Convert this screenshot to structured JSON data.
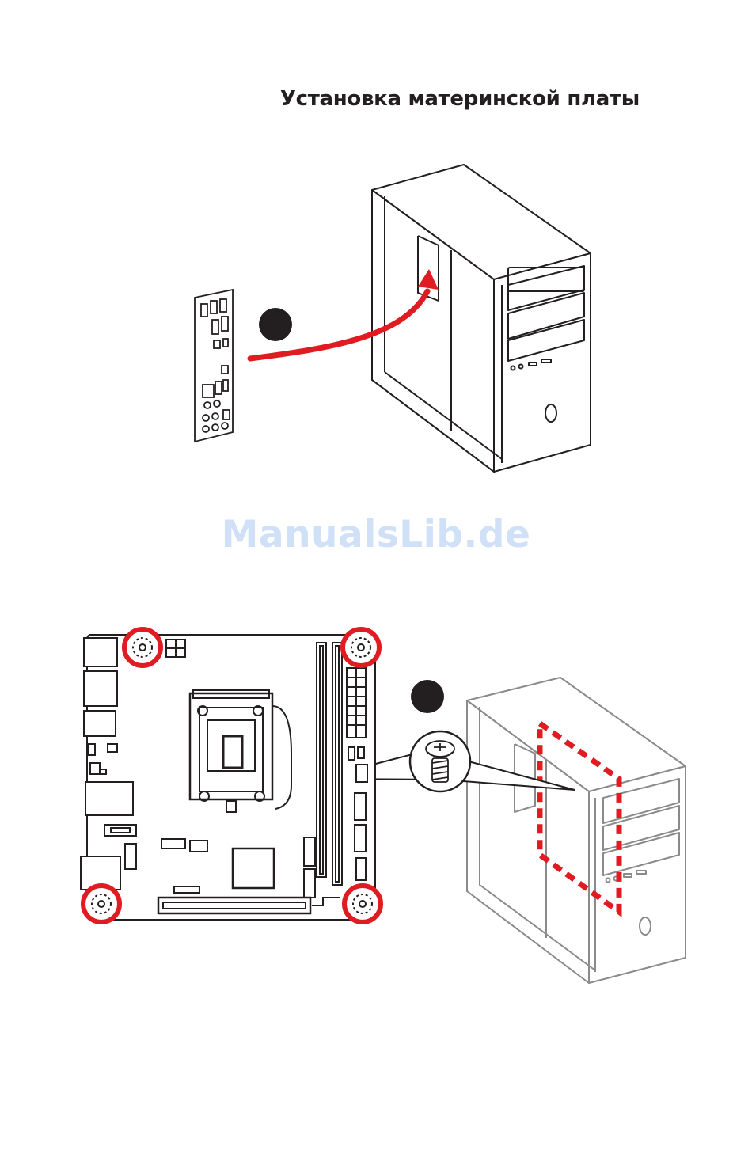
{
  "page": {
    "title": "Установка материнской платы",
    "watermark": "ManualsLib.de"
  },
  "colors": {
    "accent_red": "#e11b22",
    "line_black": "#231f20",
    "line_grey": "#8a8a8a",
    "watermark_blue": "#cfe0f7"
  },
  "figures": {
    "step1": {
      "icons": [
        "io-shield",
        "case",
        "step-marker-1",
        "insert-arrow"
      ]
    },
    "step2": {
      "icons": [
        "motherboard",
        "mounting-hole-highlight",
        "screw-callout",
        "case-standoff-outline",
        "step-marker-2"
      ]
    }
  }
}
